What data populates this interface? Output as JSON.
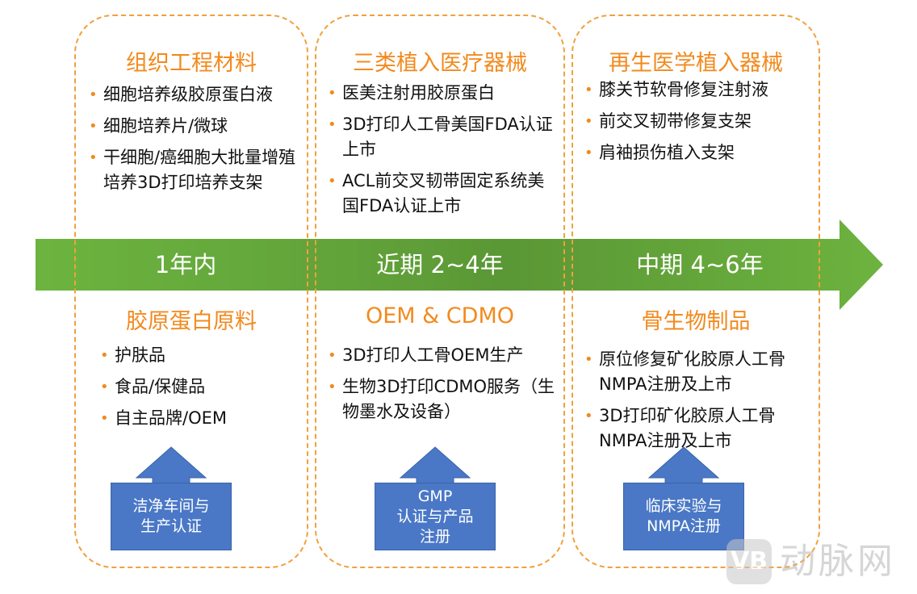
{
  "columns": [
    {
      "top_title": "组织工程材料",
      "top_items": [
        "细胞培养级胶原蛋白液",
        "细胞培养片/微球",
        "干细胞/癌细胞大批量增殖培养3D打印培养支架"
      ],
      "bottom_title": "胶原蛋白原料",
      "bottom_items": [
        "护肤品",
        "食品/保健品",
        "自主品牌/OEM"
      ],
      "condition": "洁净车间与\n生产认证"
    },
    {
      "top_title": "三类植入医疗器械",
      "top_items": [
        "医美注射用胶原蛋白",
        "3D打印人工骨美国FDA认证上市",
        "ACL前交叉韧带固定系统美国FDA认证上市"
      ],
      "bottom_title": "OEM & CDMO",
      "bottom_items": [
        "3D打印人工骨OEM生产",
        "生物3D打印CDMO服务（生物墨水及设备）"
      ],
      "condition": "GMP\n认证与产品\n注册"
    },
    {
      "top_title": "再生医学植入器械",
      "top_items": [
        "膝关节软骨修复注射液",
        "前交叉韧带修复支架",
        "肩袖损伤植入支架"
      ],
      "bottom_title": "骨生物制品",
      "bottom_items": [
        "原位修复矿化胶原人工骨NMPA注册及上市",
        "3D打印矿化胶原人工骨NMPA注册及上市"
      ],
      "condition": "临床实验与\nNMPA注册"
    }
  ],
  "timeline": {
    "phases": [
      "1年内",
      "近期 2~4年",
      "中期 4~6年"
    ]
  },
  "watermark": {
    "mark": "VB",
    "text": "动脉网"
  },
  "colors": {
    "accent_orange": "#f28a1e",
    "dashed_border": "#f2a03d",
    "arrow_green": "#6db33f",
    "condition_blue": "#4a78c6"
  }
}
